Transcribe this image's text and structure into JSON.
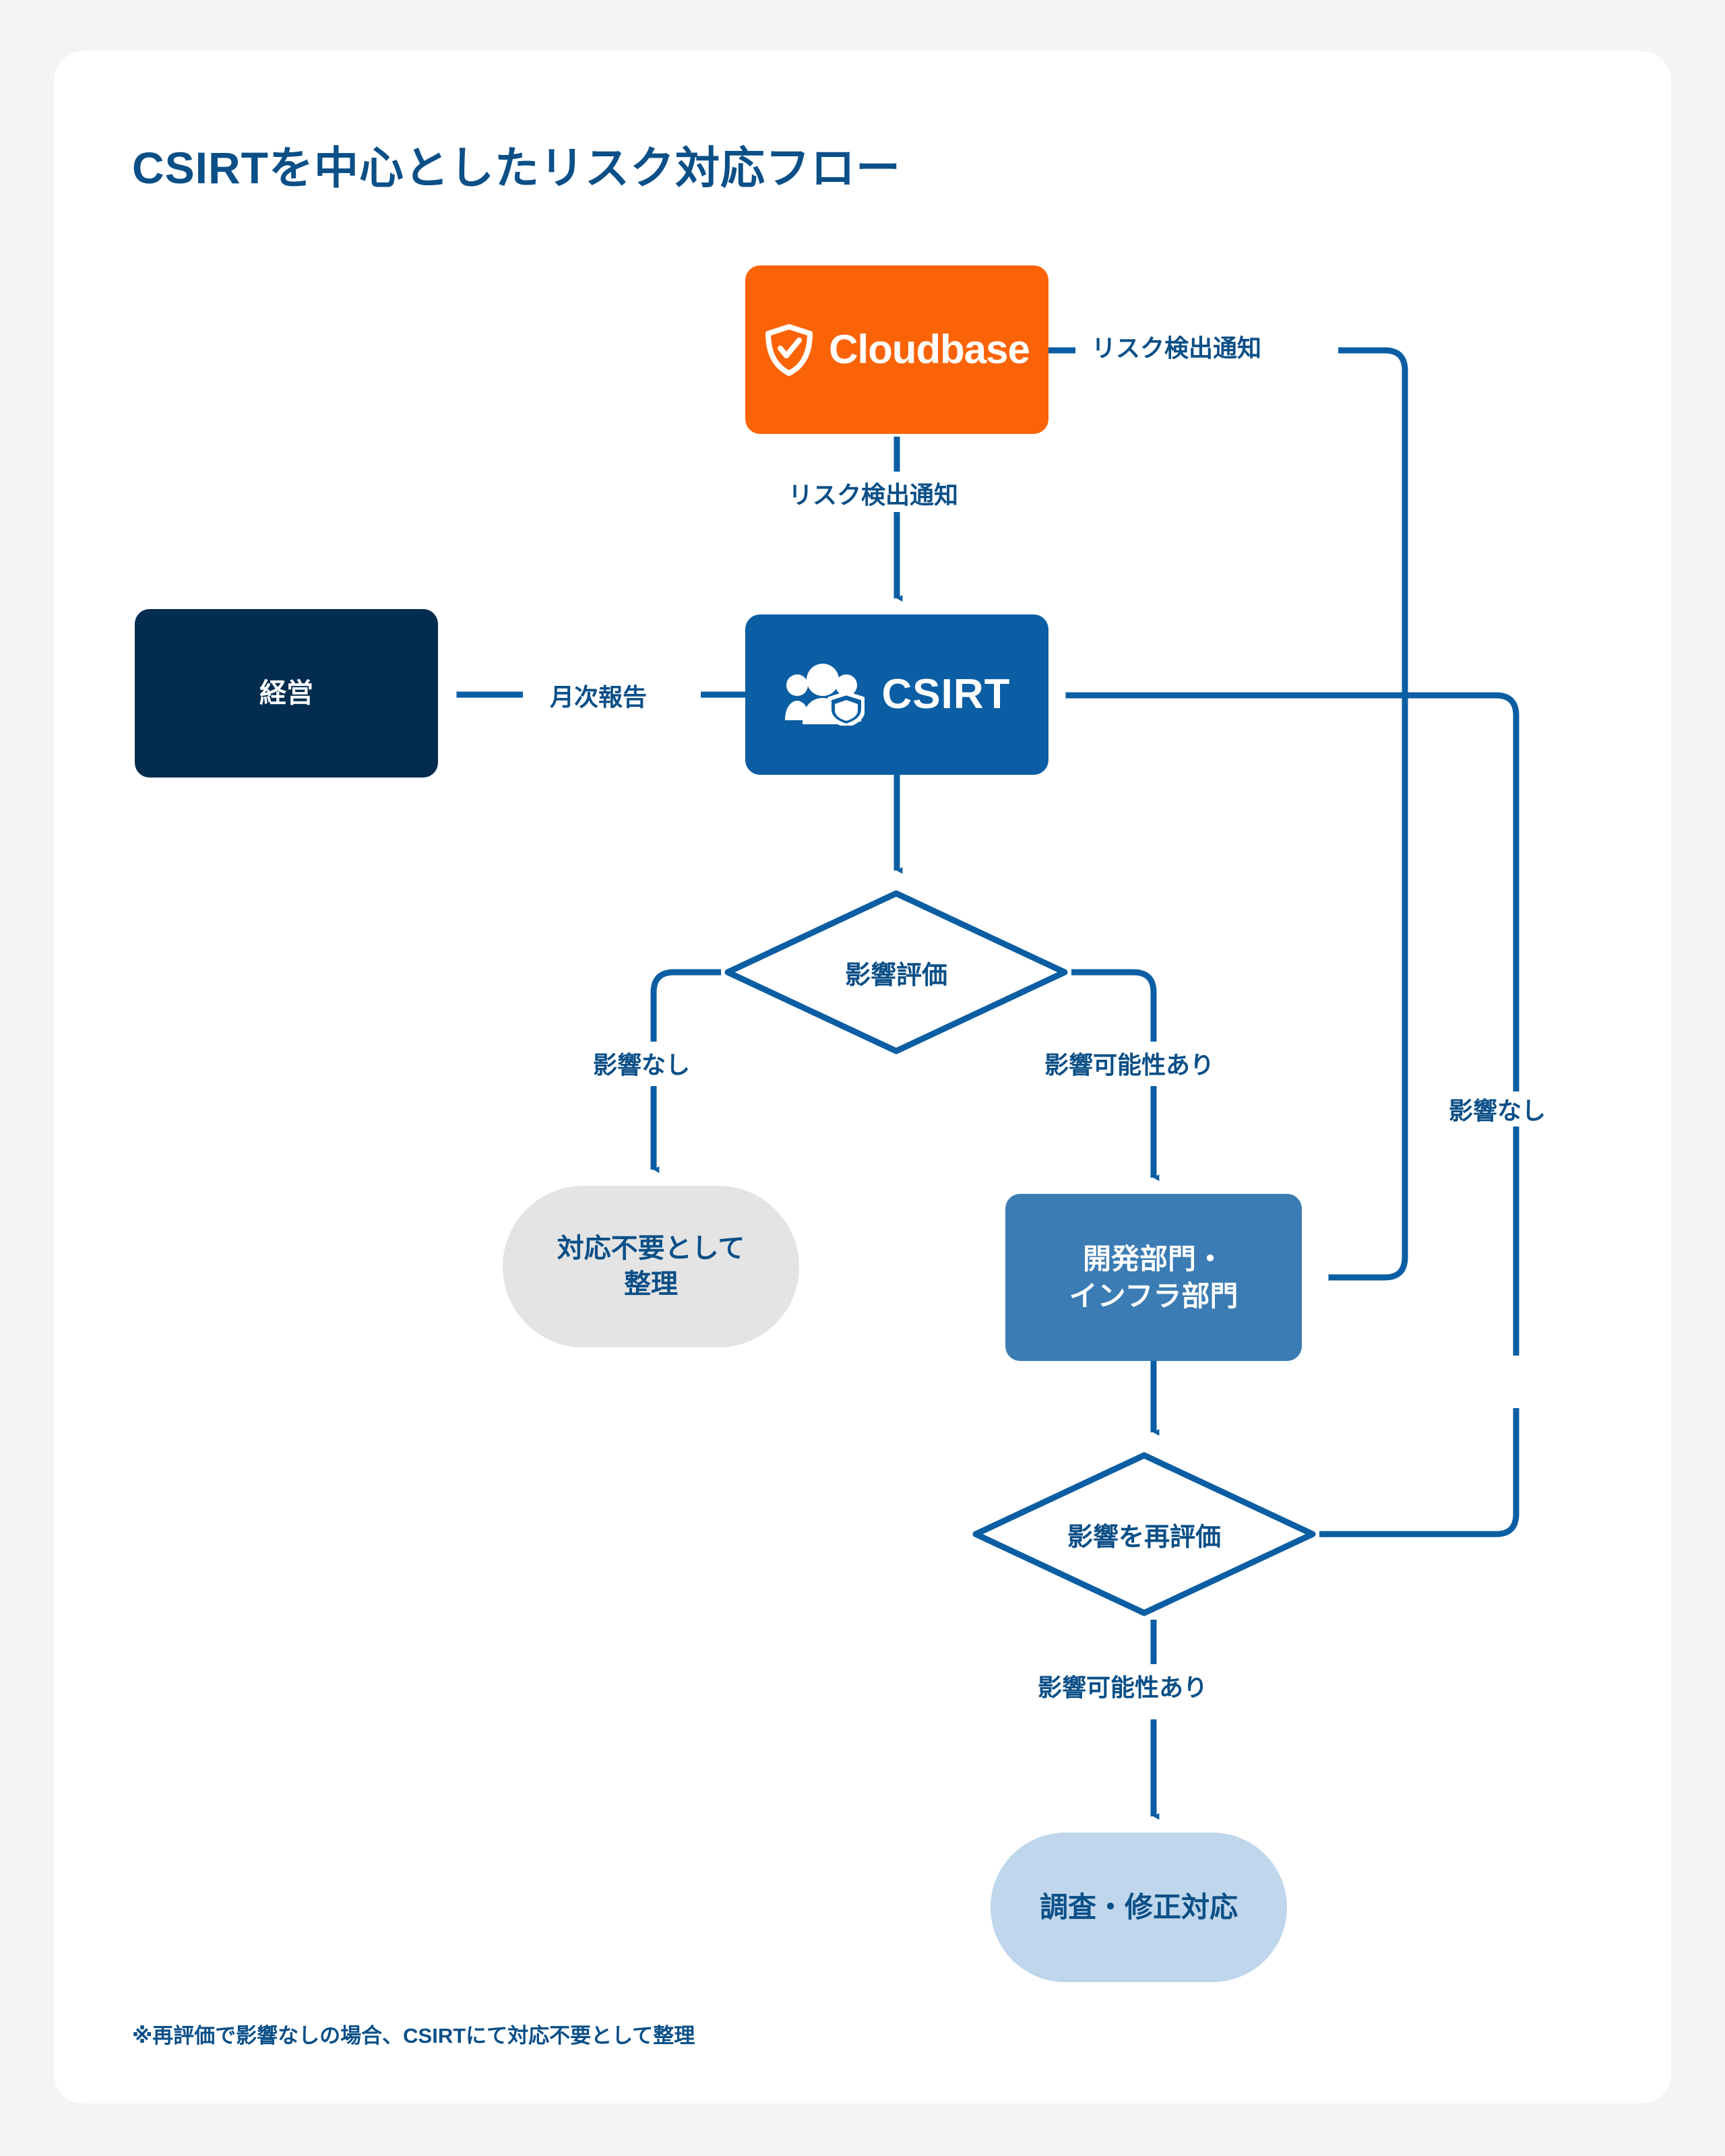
{
  "page": {
    "title": "CSIRTを中心としたリスク対応フロー",
    "footnote": "※再評価で影響なしの場合、CSIRTにて対応不要として整理",
    "background_color": "#f4f4f5",
    "card_color": "#ffffff"
  },
  "colors": {
    "brand_blue": "#0b5ea3",
    "title_blue": "#0b4f87",
    "orange": "#fb6307",
    "navy": "#042c4e",
    "mid_blue": "#3b7cb4",
    "light_blue_pill": "#bfd6ec",
    "gray_pill": "#e4e4e4",
    "connector": "#0b5ea3"
  },
  "nodes": {
    "cloudbase": {
      "label": "Cloudbase",
      "icon": "shield-check-icon",
      "shape": "rounded-rect",
      "fill": "#fb6307"
    },
    "csirt": {
      "label": "CSIRT",
      "icon": "people-shield-icon",
      "shape": "rounded-rect",
      "fill": "#0b5ea3"
    },
    "management": {
      "label": "経営",
      "shape": "rounded-rect",
      "fill": "#042c4e"
    },
    "impact_assessment": {
      "label": "影響評価",
      "shape": "diamond"
    },
    "no_action_needed": {
      "line1": "対応不要として",
      "line2": "整理",
      "shape": "pill",
      "fill": "#e4e4e4"
    },
    "dev_infra": {
      "line1": "開発部門・",
      "line2": "インフラ部門",
      "shape": "rounded-rect",
      "fill": "#3b7cb4"
    },
    "reassess_impact": {
      "label": "影響を再評価",
      "shape": "diamond"
    },
    "investigate_fix": {
      "label": "調査・修正対応",
      "shape": "pill",
      "fill": "#bfd6ec"
    }
  },
  "edges": {
    "cloudbase_to_csirt": "リスク検出通知",
    "cloudbase_to_dev": "リスク検出通知",
    "csirt_to_management": "月次報告",
    "impact_no": "影響なし",
    "impact_yes": "影響可能性あり",
    "reassess_no": "影響なし",
    "reassess_yes": "影響可能性あり"
  },
  "chart_data": {
    "type": "diagram",
    "title": "CSIRTを中心としたリスク対応フロー",
    "nodes": [
      {
        "id": "cloudbase",
        "label": "Cloudbase",
        "shape": "rounded-rect",
        "fill": "#fb6307"
      },
      {
        "id": "csirt",
        "label": "CSIRT",
        "shape": "rounded-rect",
        "fill": "#0b5ea3"
      },
      {
        "id": "management",
        "label": "経営",
        "shape": "rounded-rect",
        "fill": "#042c4e"
      },
      {
        "id": "impact_assessment",
        "label": "影響評価",
        "shape": "diamond"
      },
      {
        "id": "no_action_needed",
        "label": "対応不要として整理",
        "shape": "pill",
        "fill": "#e4e4e4"
      },
      {
        "id": "dev_infra",
        "label": "開発部門・インフラ部門",
        "shape": "rounded-rect",
        "fill": "#3b7cb4"
      },
      {
        "id": "reassess_impact",
        "label": "影響を再評価",
        "shape": "diamond"
      },
      {
        "id": "investigate_fix",
        "label": "調査・修正対応",
        "shape": "pill",
        "fill": "#bfd6ec"
      }
    ],
    "edges": [
      {
        "from": "cloudbase",
        "to": "csirt",
        "label": "リスク検出通知"
      },
      {
        "from": "cloudbase",
        "to": "dev_infra",
        "label": "リスク検出通知"
      },
      {
        "from": "csirt",
        "to": "management",
        "label": "月次報告"
      },
      {
        "from": "csirt",
        "to": "impact_assessment",
        "label": ""
      },
      {
        "from": "impact_assessment",
        "to": "no_action_needed",
        "label": "影響なし"
      },
      {
        "from": "impact_assessment",
        "to": "dev_infra",
        "label": "影響可能性あり"
      },
      {
        "from": "dev_infra",
        "to": "reassess_impact",
        "label": ""
      },
      {
        "from": "reassess_impact",
        "to": "csirt",
        "label": "影響なし"
      },
      {
        "from": "reassess_impact",
        "to": "investigate_fix",
        "label": "影響可能性あり"
      }
    ]
  }
}
